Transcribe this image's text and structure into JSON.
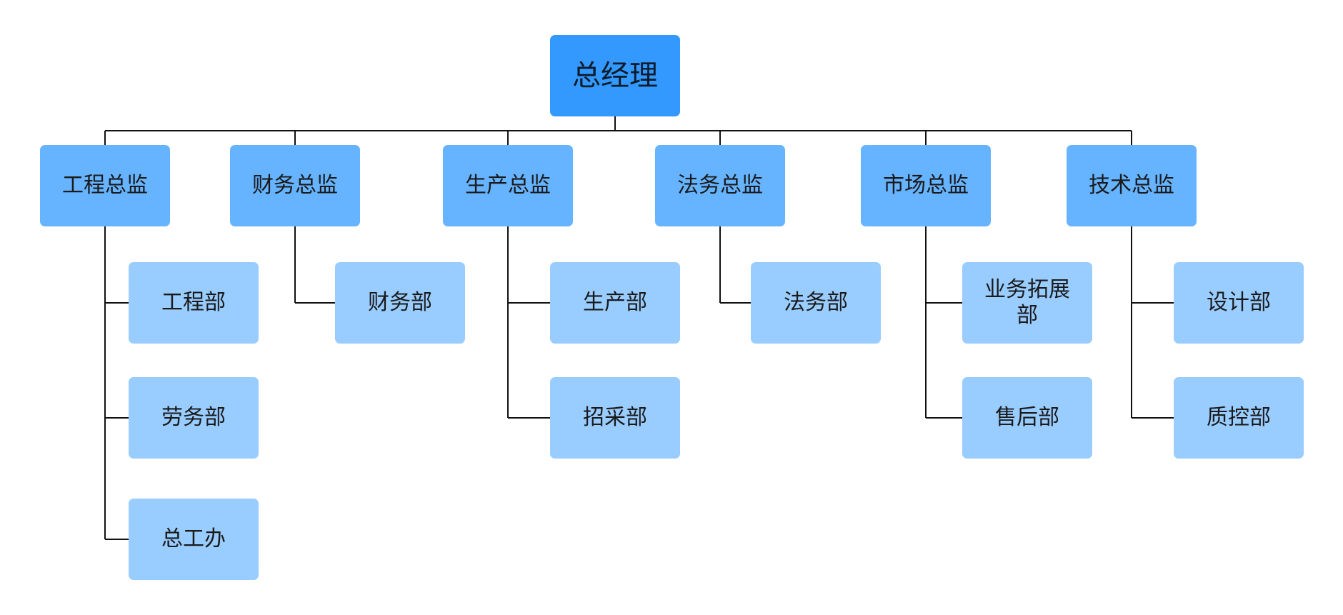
{
  "colors": {
    "root_fill": "#3399ff",
    "director_fill": "#66b3ff",
    "department_fill": "#99ccff",
    "connector": "#111111"
  },
  "root": {
    "label": "总经理"
  },
  "directors": [
    {
      "label": "工程总监",
      "departments": [
        {
          "label": "工程部"
        },
        {
          "label": "劳务部"
        },
        {
          "label": "总工办"
        }
      ]
    },
    {
      "label": "财务总监",
      "departments": [
        {
          "label": "财务部"
        }
      ]
    },
    {
      "label": "生产总监",
      "departments": [
        {
          "label": "生产部"
        },
        {
          "label": "招采部"
        }
      ]
    },
    {
      "label": "法务总监",
      "departments": [
        {
          "label": "法务部"
        }
      ]
    },
    {
      "label": "市场总监",
      "departments": [
        {
          "label": "业务拓展部"
        },
        {
          "label": "售后部"
        }
      ]
    },
    {
      "label": "技术总监",
      "departments": [
        {
          "label": "设计部"
        },
        {
          "label": "质控部"
        }
      ]
    }
  ]
}
